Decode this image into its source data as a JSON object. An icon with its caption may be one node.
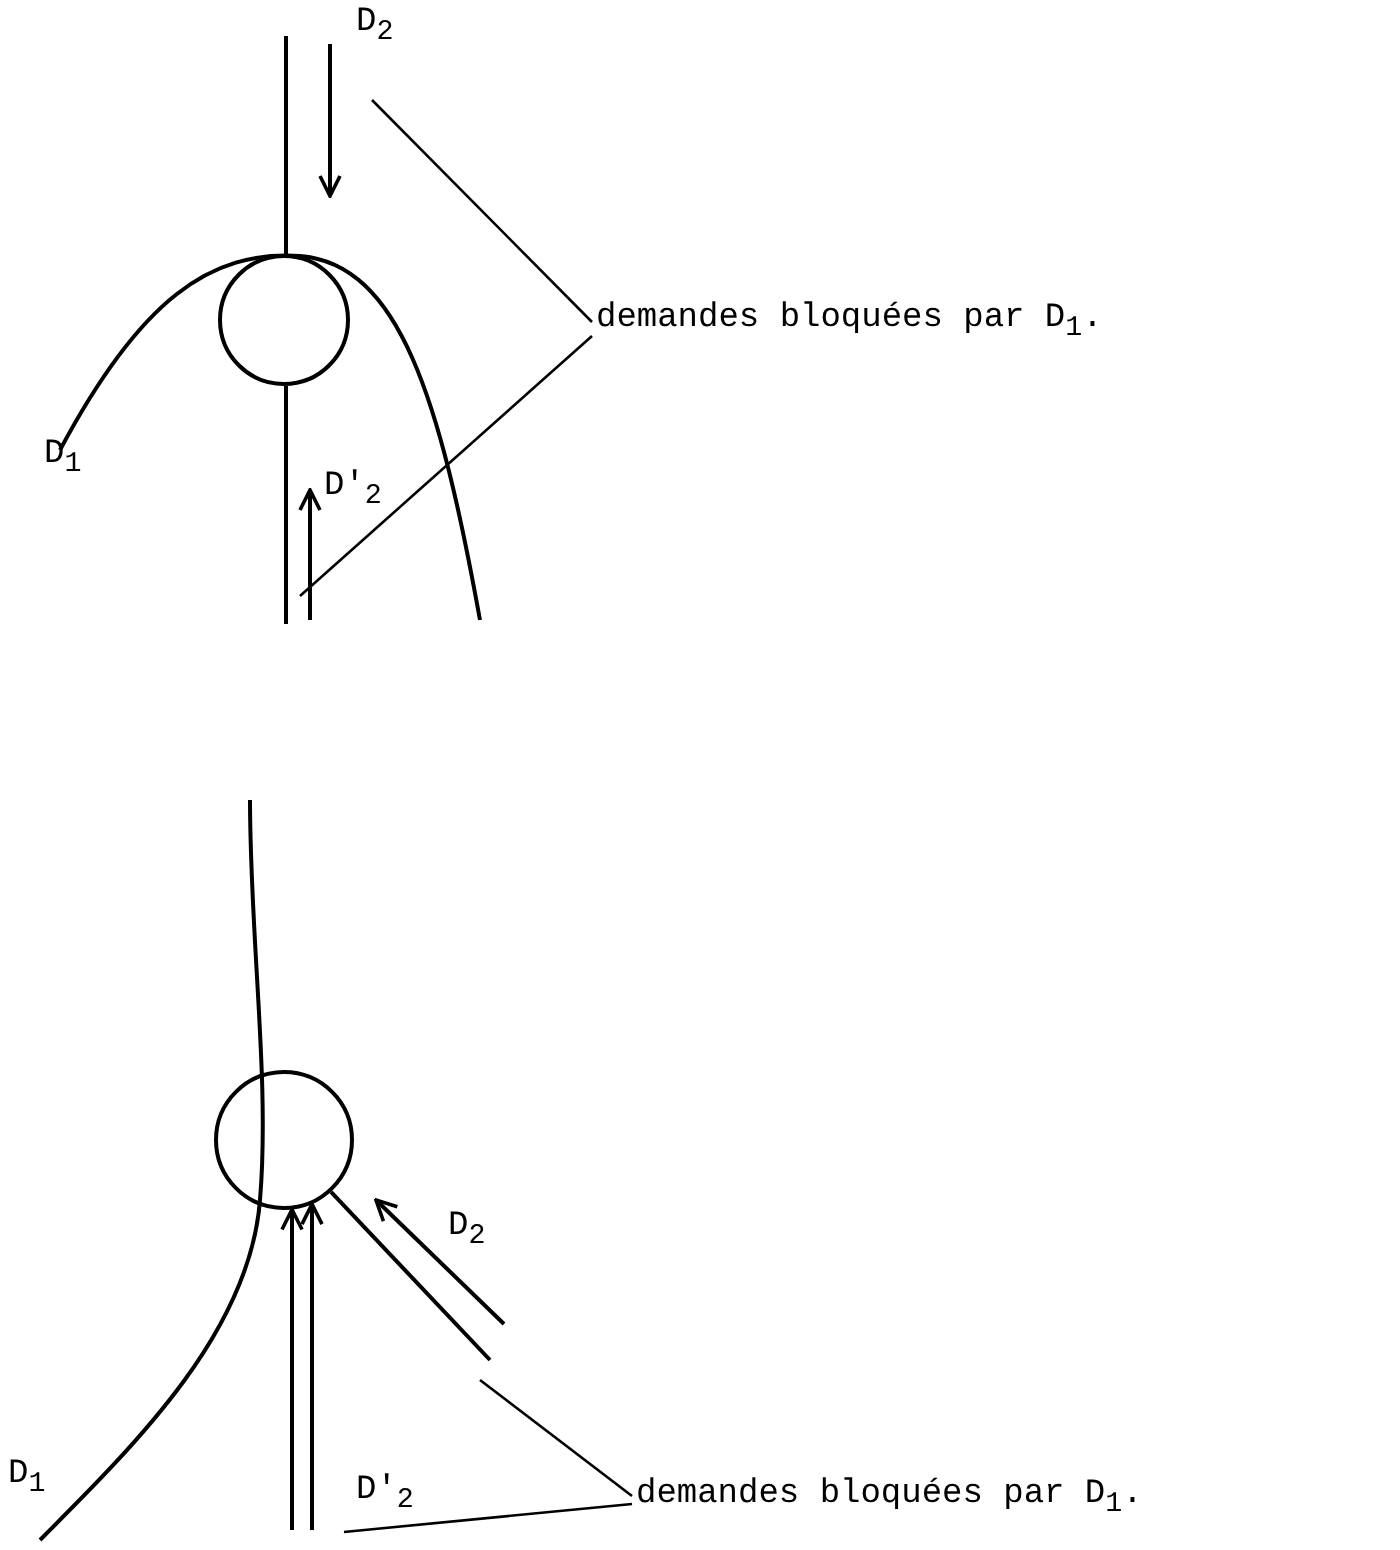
{
  "diagram": {
    "nodes": [
      {
        "text": [],
        "shape": "circle"
      },
      {
        "text": [
          "demandes bloquées par D$_{1}$."
        ]
      },
      {
        "text": [],
        "shape": "circle"
      },
      {
        "text": [
          "demandes bloquées par D$_{1}$."
        ]
      }
    ],
    "edges": [
      {
        "from": null,
        "to": 0,
        "arrow": "none"
      },
      {
        "from": null,
        "to": 0,
        "arrow": "none"
      },
      {
        "from": 1,
        "to": null,
        "arrow": "none"
      },
      {
        "from": 1,
        "to": null,
        "arrow": "none"
      },
      {
        "from": null,
        "to": 2,
        "arrow": "none"
      },
      {
        "from": null,
        "to": 2,
        "arrow": "to"
      },
      {
        "from": null,
        "to": 2,
        "arrow": "to"
      },
      {
        "from": 3,
        "to": null,
        "arrow": "none"
      },
      {
        "from": 3,
        "to": null,
        "arrow": "none"
      }
    ],
    "labels": [
      "D$_{2}$",
      "D$_{1}$",
      "D′$_{2}$",
      "D$_{2}$",
      "D$_{1}$",
      "D′$_{2}$"
    ]
  }
}
